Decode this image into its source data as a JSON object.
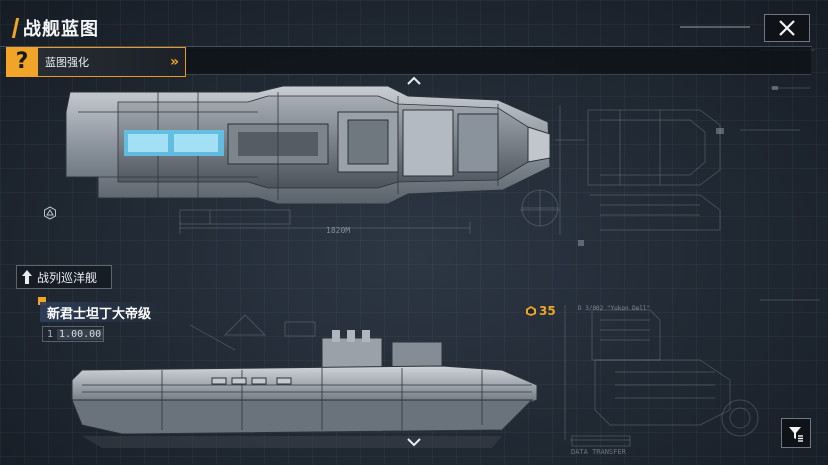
{
  "header": {
    "title": "战舰蓝图",
    "close_icon": "close-icon"
  },
  "upgrade": {
    "badge": "?",
    "label": "蓝图强化",
    "chevron": "»"
  },
  "blueprint": {
    "length_label": "1820M",
    "data_label": "DATA TRANSFER",
    "code_label": "D 3/002 \"Yukon Dell\""
  },
  "ship": {
    "class_label": "战列巡洋舰",
    "name": "新君士坦丁大帝级",
    "stat_num": "1",
    "stat_value": "1.00.00",
    "cost": "35"
  },
  "colors": {
    "accent": "#f0a428",
    "panel": "#0f1318",
    "border": "#6c7886"
  }
}
